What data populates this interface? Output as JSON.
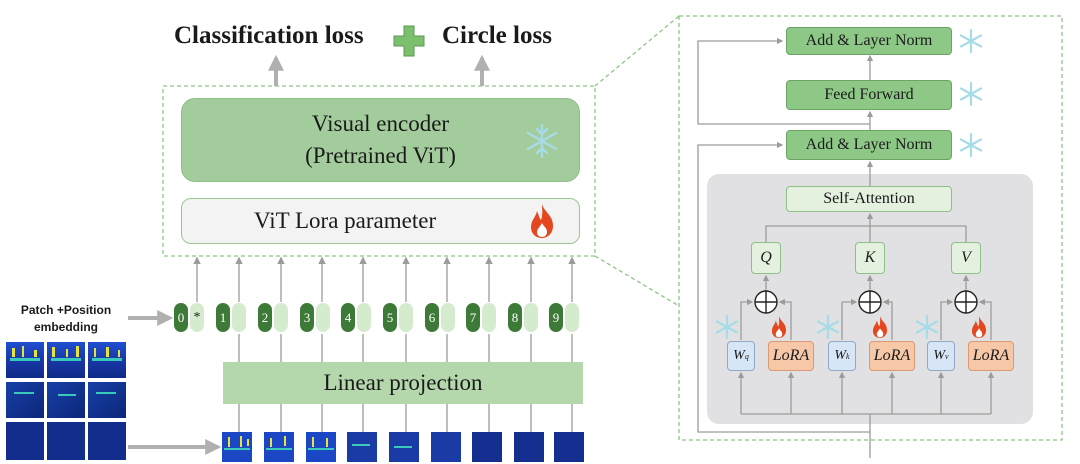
{
  "losses": {
    "left": "Classification loss",
    "right": "Circle loss"
  },
  "encoder": {
    "line1": "Visual encoder",
    "line2": "(Pretrained ViT)"
  },
  "lora_param": "ViT Lora parameter",
  "projection": "Linear projection",
  "input_label": {
    "line1": "Patch +Position",
    "line2": "embedding"
  },
  "tokens": [
    "0",
    "1",
    "2",
    "3",
    "4",
    "5",
    "6",
    "7",
    "8",
    "9"
  ],
  "cls_marker": "*",
  "transformer": {
    "top_norm": "Add & Layer Norm",
    "feed_forward": "Feed Forward",
    "mid_norm": "Add & Layer Norm",
    "self_attention": "Self-Attention",
    "q": "Q",
    "k": "K",
    "v": "V",
    "wq": "W",
    "wq_sub": "q",
    "wk": "W",
    "wk_sub": "k",
    "wv": "W",
    "wv_sub": "v",
    "lora": "LoRA"
  },
  "colors": {
    "encoder": "#a3cc9c",
    "token_dark": "#3e7a37",
    "token_light": "#d5ebce",
    "lora_orange": "#f7c8a8",
    "w_blue": "#d6e6f6",
    "frozen": "#a6dce8",
    "fire": "#e5471f"
  },
  "icons": [
    "plus-icon",
    "snowflake-icon",
    "fire-icon"
  ]
}
